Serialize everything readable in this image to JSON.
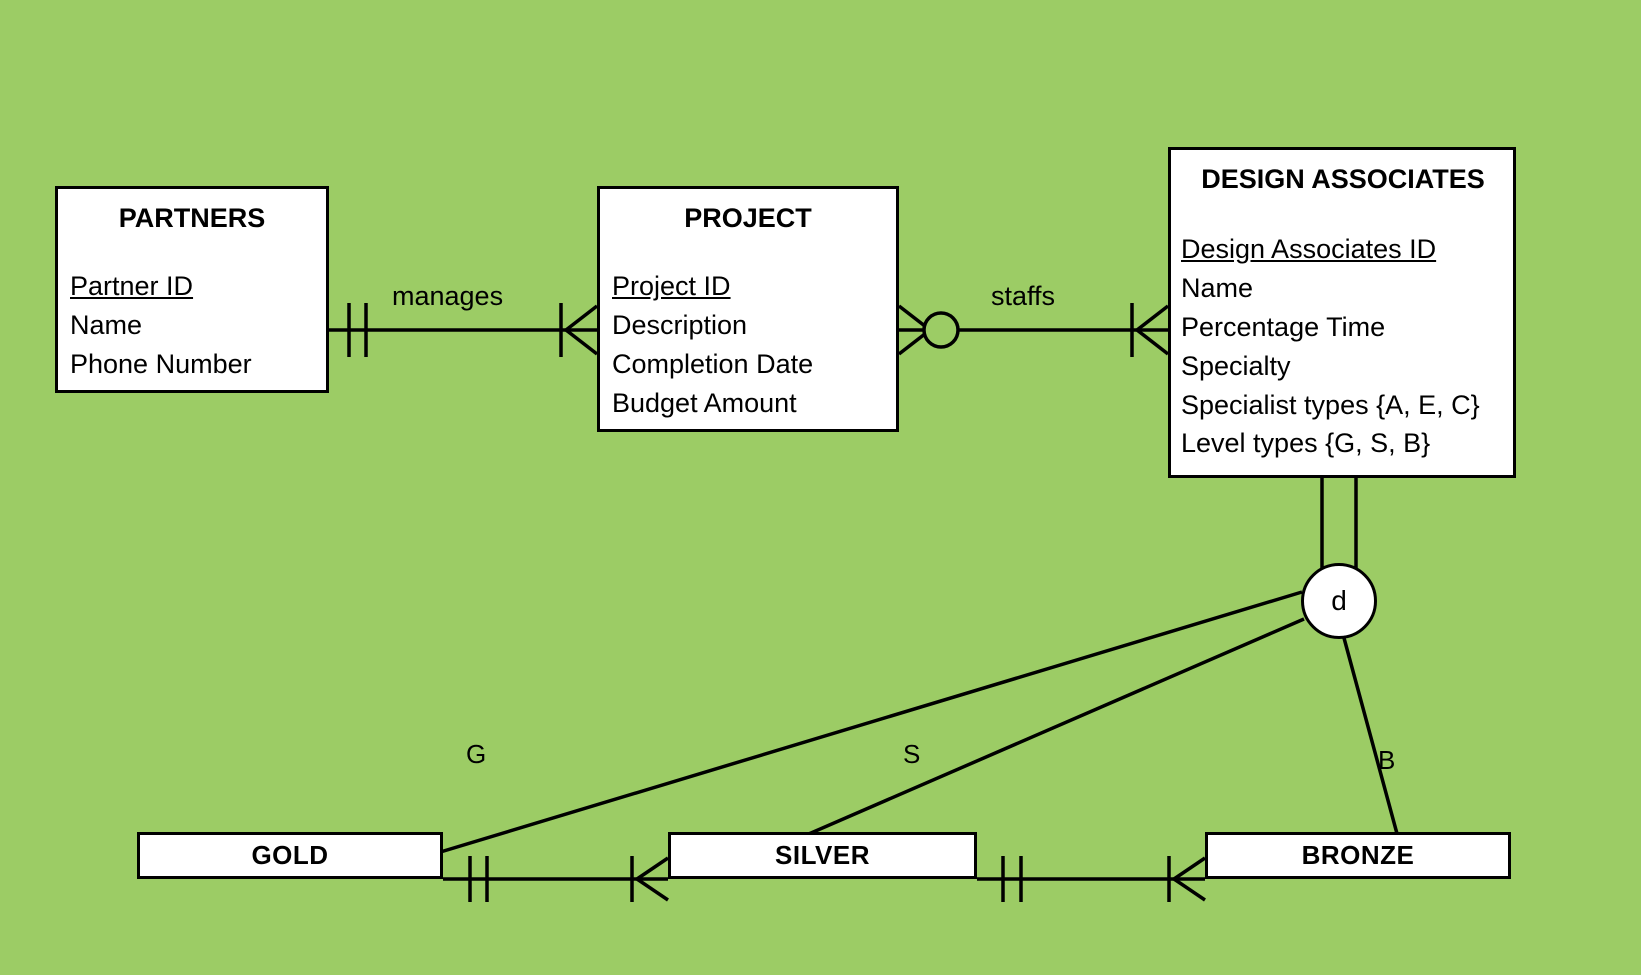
{
  "diagram": {
    "type": "entity-relationship-diagram",
    "background_color": "#9ccc65",
    "line_color": "#000000",
    "box_fill": "#ffffff",
    "notation": "crow's foot"
  },
  "entities": [
    {
      "id": "partners",
      "title": "PARTNERS",
      "attributes": [
        {
          "label": "Partner ID",
          "key": true
        },
        {
          "label": "Name",
          "key": false
        },
        {
          "label": "Phone Number",
          "key": false
        }
      ]
    },
    {
      "id": "project",
      "title": "PROJECT",
      "attributes": [
        {
          "label": "Project ID",
          "key": true
        },
        {
          "label": "Description",
          "key": false
        },
        {
          "label": "Completion Date",
          "key": false
        },
        {
          "label": "Budget Amount",
          "key": false
        }
      ]
    },
    {
      "id": "design_associates",
      "title": "DESIGN ASSOCIATES",
      "attributes": [
        {
          "label": "Design Associates ID",
          "key": true
        },
        {
          "label": "Name",
          "key": false
        },
        {
          "label": "Percentage Time",
          "key": false
        },
        {
          "label": "Specialty",
          "key": false
        },
        {
          "label": "Specialist types {A, E, C}",
          "key": false
        },
        {
          "label": "Level types {G, S, B}",
          "key": false
        }
      ]
    }
  ],
  "relationships": [
    {
      "id": "manages",
      "label": "manages",
      "from": "PARTNERS",
      "to": "PROJECT",
      "from_cardinality": "one-and-only-one",
      "to_cardinality": "one-or-many"
    },
    {
      "id": "staffs",
      "label": "staffs",
      "from": "PROJECT",
      "to": "DESIGN ASSOCIATES",
      "from_cardinality": "zero-or-many",
      "to_cardinality": "one-or-many"
    }
  ],
  "specialization": {
    "parent": "DESIGN ASSOCIATES",
    "symbol": "d",
    "symbol_meaning": "disjoint",
    "completeness": "total",
    "subtypes": [
      {
        "label": "GOLD",
        "discriminator": "G"
      },
      {
        "label": "SILVER",
        "discriminator": "S"
      },
      {
        "label": "BRONZE",
        "discriminator": "B"
      }
    ]
  },
  "subtype_links": [
    {
      "id": "gold-silver",
      "from": "GOLD",
      "to": "SILVER",
      "from_cardinality": "one-and-only-one",
      "to_cardinality": "one-or-many"
    },
    {
      "id": "silver-bronze",
      "from": "SILVER",
      "to": "BRONZE",
      "from_cardinality": "one-and-only-one",
      "to_cardinality": "one-or-many"
    }
  ]
}
